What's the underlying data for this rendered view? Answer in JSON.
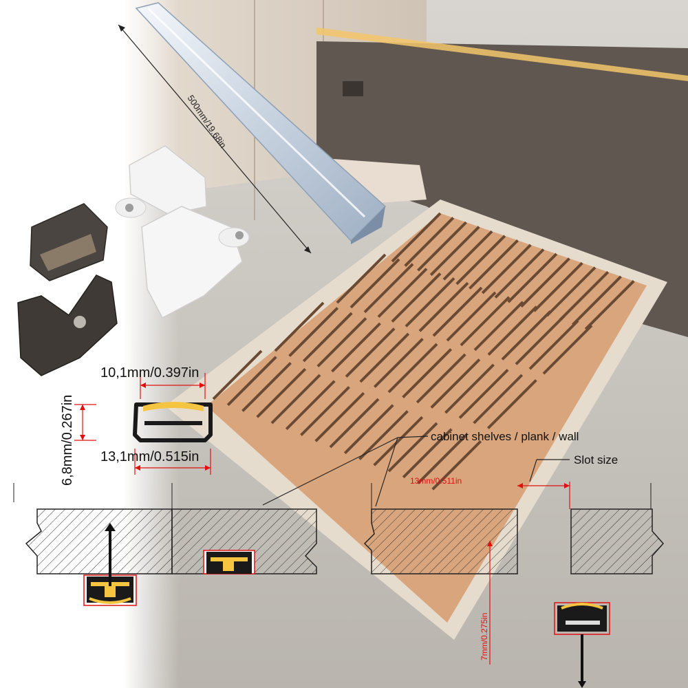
{
  "dimensions": {
    "length": "500mm/19.68in",
    "top_width": "10,1mm/0.397in",
    "bottom_width": "13,1mm/0.515in",
    "height": "6,8mm/0.267in",
    "slot_width": "13mm/0.511in",
    "slot_depth": "7mm/0.275in"
  },
  "annotations": {
    "surface": "cabinet shelves / plank / wall",
    "slot": "Slot size"
  },
  "colors": {
    "dimension": "#e01010",
    "led_strip": "#f5c542",
    "profile": "#1a1a1a",
    "wood": "#d9a57c",
    "wall": "#5f5750",
    "floor": "#c9c6c1"
  }
}
